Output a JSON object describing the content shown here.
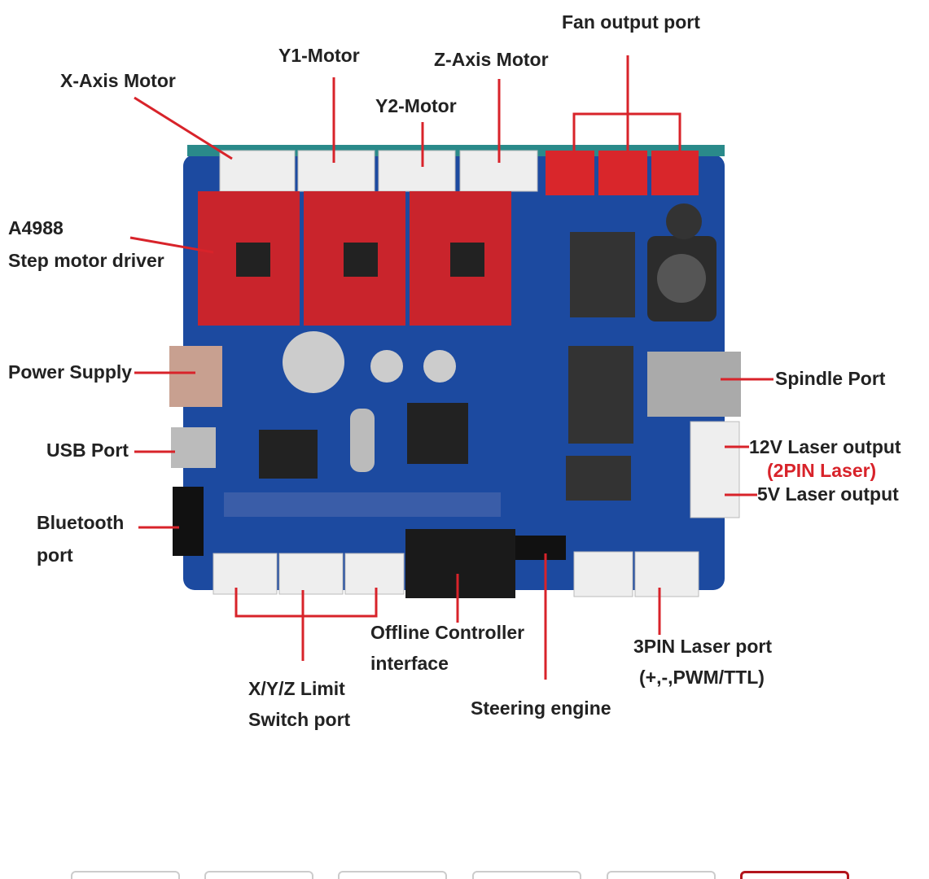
{
  "labels": {
    "fan": "Fan output port",
    "y1": "Y1-Motor",
    "z": "Z-Axis Motor",
    "x": "X-Axis Motor",
    "y2": "Y2-Motor",
    "a4988_1": "A4988",
    "a4988_2": "Step motor driver",
    "power": "Power Supply",
    "usb": "USB Port",
    "bt_1": "Bluetooth",
    "bt_2": "port",
    "spindle": "Spindle Port",
    "laser12": "12V Laser output",
    "laser2pin": "(2PIN Laser)",
    "laser5": "5V Laser output",
    "offline_1": "Offline Controller",
    "offline_2": "interface",
    "pin3_1": "3PIN Laser port",
    "pin3_2": "(+,-,PWM/TTL)",
    "limit_1": "X/Y/Z Limit",
    "limit_2": "Switch port",
    "steering": "Steering engine"
  },
  "thumbnails": {
    "count": 6,
    "selected_index": 5
  },
  "colors": {
    "pcb": "#1c4aa0",
    "leader": "#d8232a",
    "driver": "#c9242c"
  }
}
